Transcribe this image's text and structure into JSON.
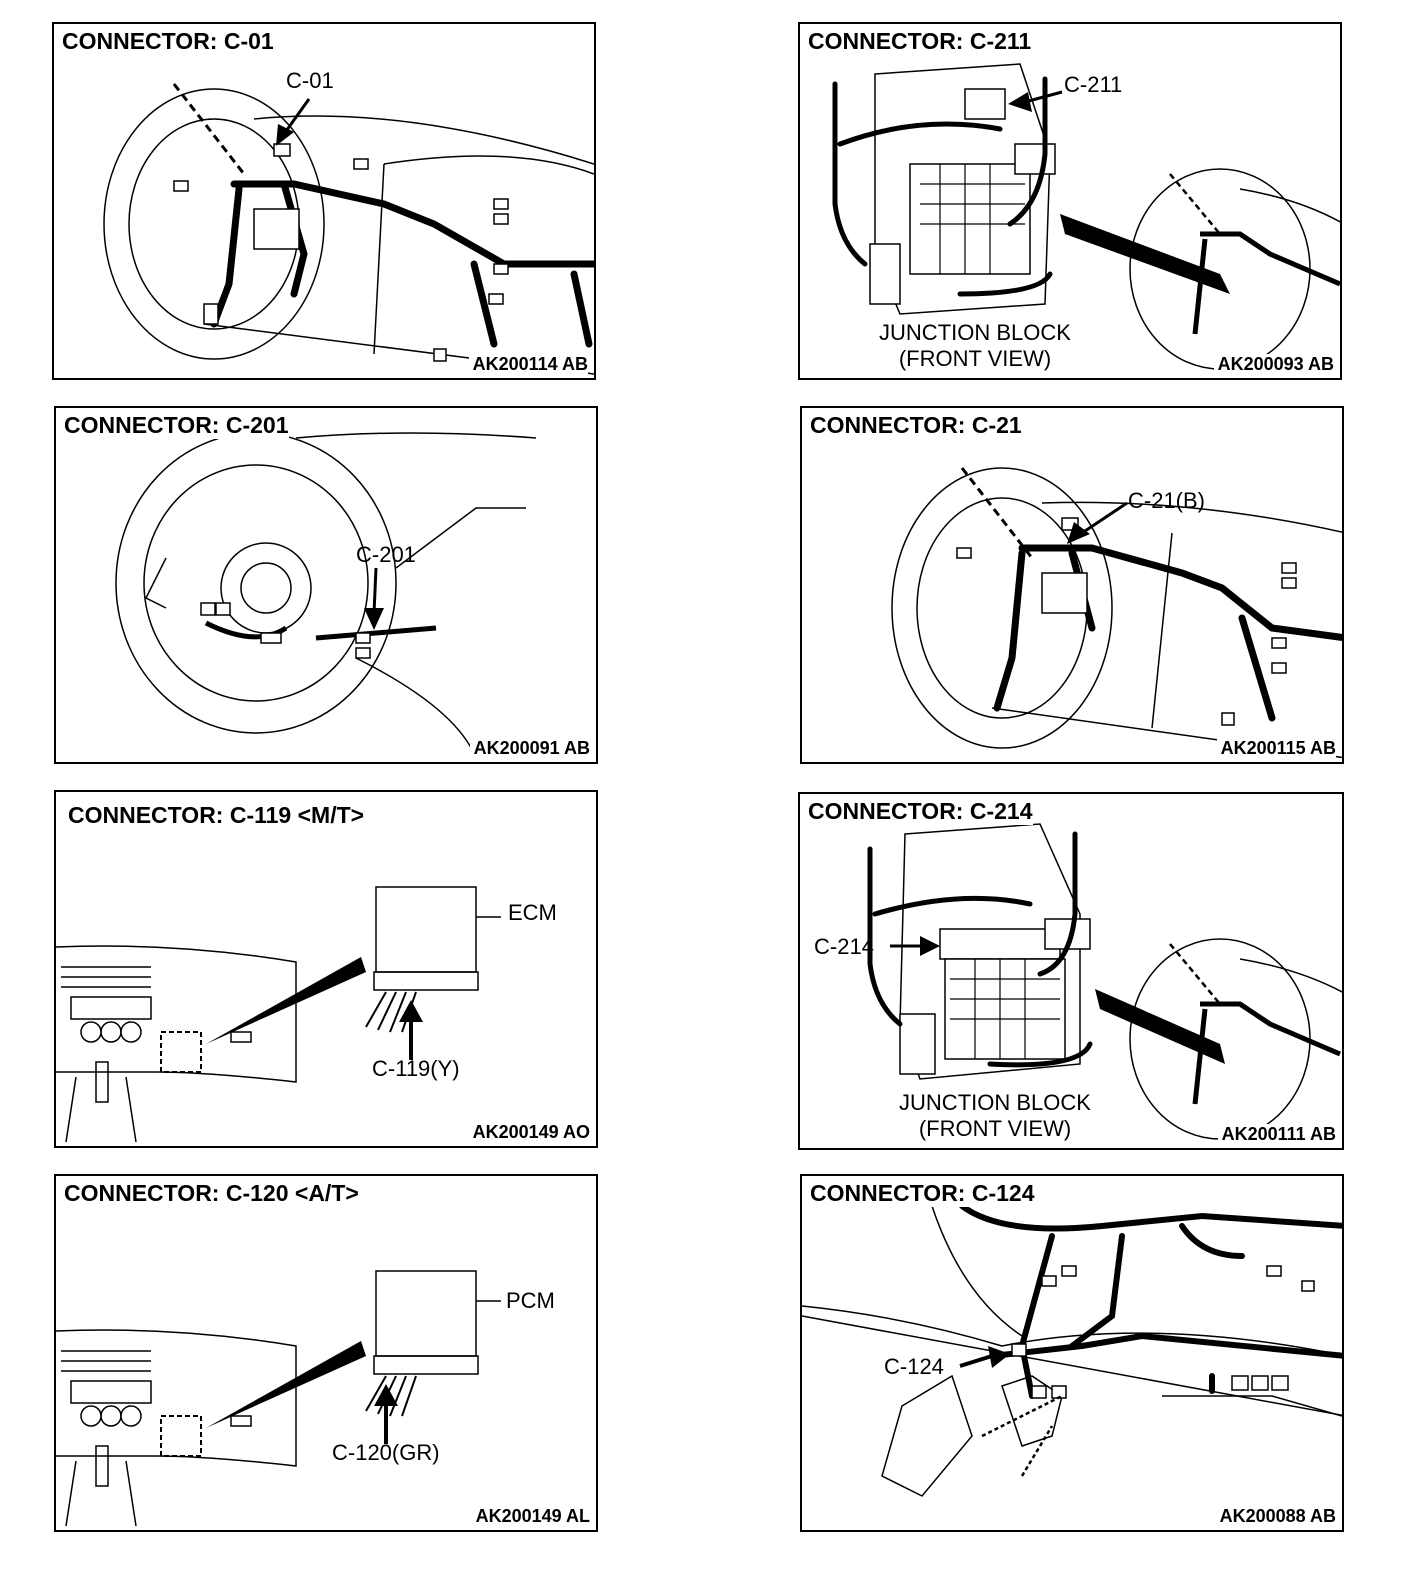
{
  "panels": [
    {
      "title": "CONNECTOR: C-01",
      "code": "AK200114 AB",
      "callouts": [
        "C-01"
      ]
    },
    {
      "title": "CONNECTOR: C-211",
      "code": "AK200093 AB",
      "callouts": [
        "C-211",
        "JUNCTION BLOCK",
        "(FRONT VIEW)"
      ]
    },
    {
      "title": "CONNECTOR: C-201",
      "code": "AK200091 AB",
      "callouts": [
        "C-201"
      ]
    },
    {
      "title": "CONNECTOR: C-21",
      "code": "AK200115 AB",
      "callouts": [
        "C-21(B)"
      ]
    },
    {
      "title": "CONNECTOR: C-119 <M/T>",
      "code": "AK200149 AO",
      "callouts": [
        "ECM",
        "C-119(Y)"
      ]
    },
    {
      "title": "CONNECTOR: C-214",
      "code": "AK200111 AB",
      "callouts": [
        "C-214",
        "JUNCTION BLOCK",
        "(FRONT VIEW)"
      ]
    },
    {
      "title": "CONNECTOR: C-120 <A/T>",
      "code": "AK200149 AL",
      "callouts": [
        "PCM",
        "C-120(GR)"
      ]
    },
    {
      "title": "CONNECTOR: C-124",
      "code": "AK200088 AB",
      "callouts": [
        "C-124"
      ]
    }
  ]
}
